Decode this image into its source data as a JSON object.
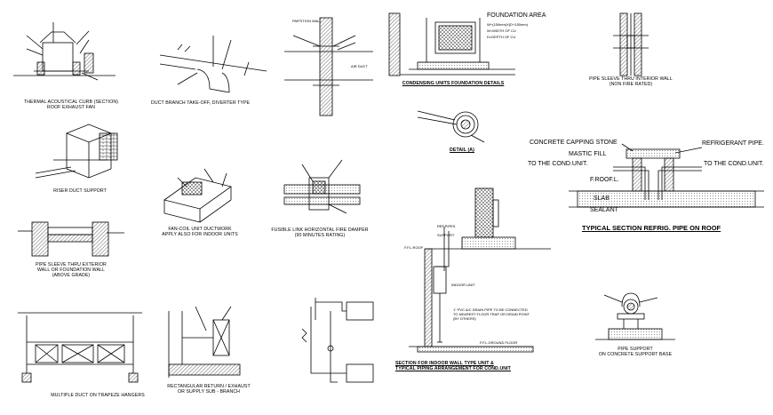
{
  "captions": {
    "thermal_curb": [
      "THERMAL ACOUSTICAL CURB (SECTION)",
      "ROOF EXHAUST FAN"
    ],
    "duct_branch": "DUCT BRANCH TAKE-OFF, DIVERTER TYPE",
    "partition": [
      "PARTITION WALL",
      "AIR DUCT"
    ],
    "foundation_area_title": "FOUNDATION AREA",
    "foundation_formula": [
      "W+(150mm)X(D+150mm)",
      "W=WIDTH OF CU",
      "D=DEPTH OF CU"
    ],
    "condensing_units": "CONDENSING UNITS FOUNDATION DETAILS",
    "detail_a": "DETAIL (A)",
    "pipe_sleeve_interior": [
      "PIPE SLEEVE THRU INTERIOR WALL",
      "(NON FIRE RATED)"
    ],
    "riser_duct": "RISER DUCT SUPPORT",
    "fan_coil": [
      "FAN-COIL UNIT DUCTWORK",
      "APPLY ALSO FOR INDOOR UNITS"
    ],
    "fusible_link": [
      "FUSIBLE LINK HORIZONTAL FIRE DAMPER",
      "(90 MINUTES RATING)"
    ],
    "pipe_sleeve_exterior": [
      "PIPE SLEEVE THRU EXTERIOR",
      "WALL OR FOUNDATION WALL",
      "(ABOVE GRADE)"
    ],
    "roof_section": {
      "concrete_capping": "CONCRETE CAPPING STONE",
      "refrigerant_pipe": "REFRIGERANT PIPE.",
      "mastic_fill": "MASTIC FILL",
      "to_cond_left": "TO THE COND.UNIT.",
      "to_cond_right": "TO THE COND.UNIT.",
      "f_roof": "F.ROOF.L.",
      "slab": "SLAB",
      "sealant": "SEALANT",
      "title": "TYPICAL SECTION REFRIG. PIPE ON ROOF"
    },
    "indoor_wall": {
      "ref_pipes": "REF.PIPES",
      "support": "SUPPORT",
      "ffl_roof": "F.F.L.ROOF",
      "indoor_unit": "INDOOR UNIT",
      "drain_note": [
        "1\" PVC A/C DRAIN PIPE TO BE CONNECTED",
        "TO NEAREST FLOOR TRAP OR DRAIN POINT",
        "(BY OTHERS)"
      ],
      "ffl_ground": "F.F.L.GROUND FLOOR",
      "title": [
        "SECTION FOR INDOOR WALL TYPE UNIT &",
        "TYPICAL PIPING ARRANGEMENT FOR COND.UNIT"
      ]
    },
    "multiple_duct": "MULTIPLE DUCT ON TRAPEZE HANGERS",
    "rectangular_return": [
      "RECTANGULAR RETURN / EXHAUST",
      "OR SUPPLY SUB - BRANCH"
    ],
    "pipe_support": [
      "PIPE SUPPORT",
      "ON CONCRETE SUPPORT BASE"
    ]
  },
  "icons": [
    "hatching",
    "dimension-arrows",
    "leader-lines"
  ],
  "colors": {
    "ink": "#000000",
    "paper": "#ffffff"
  }
}
